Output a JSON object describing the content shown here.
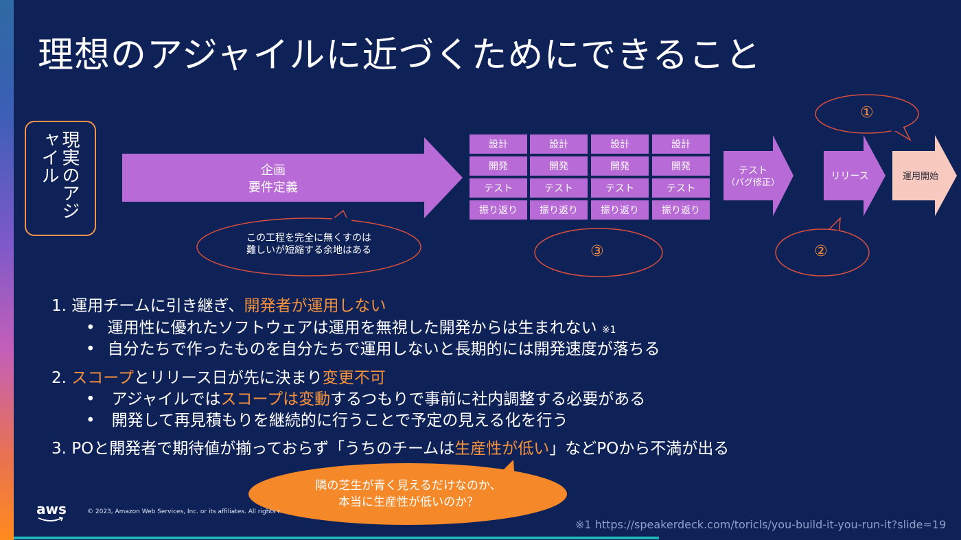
{
  "slide": {
    "title": "理想のアジャイルに近づくためにできること"
  },
  "diagram": {
    "genjitsu_label": "現実のアジャイル",
    "planning_line1": "企画",
    "planning_line2": "要件定義",
    "sprint_rows": [
      "設計",
      "開発",
      "テスト",
      "振り返り"
    ],
    "test_line1": "テスト",
    "test_line2": "（バグ修正）",
    "release_label": "リリース",
    "operation_label": "運用開始",
    "callout_shorten_line1": "この工程を完全に無くすのは",
    "callout_shorten_line2": "難しいが短縮する余地はある",
    "marker1": "①",
    "marker2": "②",
    "marker3": "③"
  },
  "list": {
    "item1_num": "1.",
    "item1_pre": "運用チームに引き継ぎ、",
    "item1_hl": "開発者が運用しない",
    "item1_b1": "運用性に優れたソフトウェアは運用を無視した開発からは生まれない",
    "item1_b1_note": "※1",
    "item1_b2": "自分たちで作ったものを自分たちで運用しないと長期的には開発速度が落ちる",
    "item2_num": "2.",
    "item2_hl1": "スコープ",
    "item2_mid": "とリリース日が先に決まり",
    "item2_hl2": "変更不可",
    "item2_b1_pre": "アジャイルでは",
    "item2_b1_hl": "スコープは変動",
    "item2_b1_post": "するつもりで事前に社内調整する必要がある",
    "item2_b2": "開発して再見積もりを継続的に行うことで予定の見える化を行う",
    "item3_num": "3.",
    "item3_pre": "POと開発者で期待値が揃っておらず「うちのチームは",
    "item3_hl": "生産性が低い",
    "item3_post": "」などPOから不満が出る",
    "bullet_char": "•"
  },
  "bubble": {
    "line1": "隣の芝生が青く見えるだけなのか、",
    "line2": "本当に生産性が低いのか？"
  },
  "footer": {
    "logo": "aws",
    "copyright": "© 2023, Amazon Web Services, Inc. or its affiliates. All rights r",
    "source": "※1 https://speakerdeck.com/toricls/you-build-it-you-run-it?slide=19"
  },
  "colors": {
    "background": "#0f2258",
    "purple": "#b86bd6",
    "peach": "#f7c9bf",
    "orange": "#f5923c",
    "red_outline": "#d8503d"
  }
}
